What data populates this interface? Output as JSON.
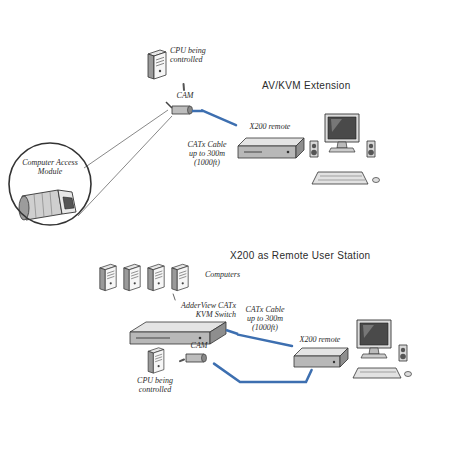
{
  "diagram": {
    "nodes": [
      {
        "text": [
          "CPU being controlled"
        ]
      },
      {
        "text": [
          "CAM"
        ]
      },
      {
        "text": [
          "X200 remote"
        ]
      },
      {
        "text": [
          "Computer Access Module"
        ]
      },
      {
        "text": [
          "Computers"
        ]
      },
      {
        "text": [
          "AdderView CATx KVM Switch"
        ]
      },
      {
        "text": [
          "X200 remote"
        ]
      },
      {
        "text": [
          "CAM"
        ]
      },
      {
        "text": [
          "CPU being controlled"
        ]
      }
    ],
    "edges": [
      {
        "from": 0,
        "to": 1,
        "arrow": "none"
      },
      {
        "from": 1,
        "to": 2,
        "label": "CATx Cable up to 300m (1000ft)",
        "arrow": "none"
      },
      {
        "from": 4,
        "to": 5,
        "arrow": "none"
      },
      {
        "from": 5,
        "to": 6,
        "label": "CATx Cable up to 300m (1000ft)",
        "arrow": "none"
      },
      {
        "from": 7,
        "to": 6,
        "arrow": "none"
      },
      {
        "from": 8,
        "to": 7,
        "arrow": "none"
      }
    ],
    "labels": [
      "AV/KVM Extension",
      "X200 as Remote User Station"
    ]
  }
}
